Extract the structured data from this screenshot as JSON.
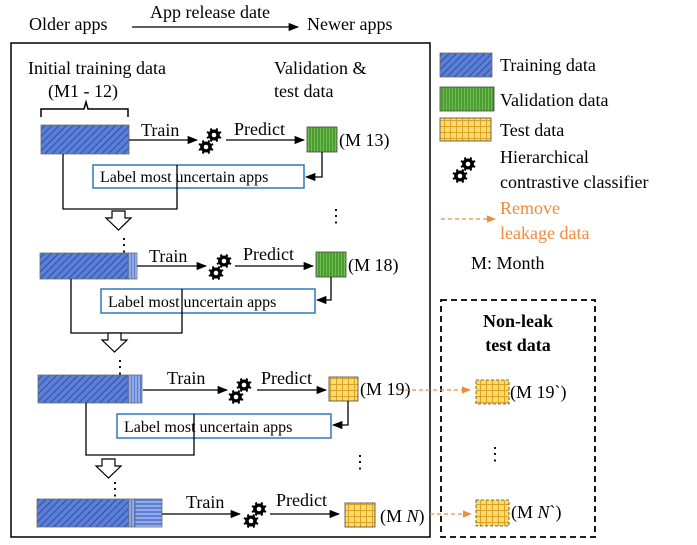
{
  "header": {
    "older": "Older apps",
    "release": "App release date",
    "newer": "Newer apps"
  },
  "main": {
    "initial_line1": "Initial training data",
    "initial_line2": "(M1 - 12)",
    "validation_line1": "Validation &",
    "validation_line2": "test data",
    "rows": [
      {
        "train": "Train",
        "predict": "Predict",
        "month": "(M 13)",
        "label": "Label most uncertain apps"
      },
      {
        "train": "Train",
        "predict": "Predict",
        "month": "(M 18)",
        "label": "Label most uncertain apps"
      },
      {
        "train": "Train",
        "predict": "Predict",
        "month": "(M 19)",
        "label": "Label most uncertain apps"
      },
      {
        "train": "Train",
        "predict": "Predict",
        "month_prefix": "(M ",
        "month_var": "N",
        "month_suffix": ")"
      }
    ],
    "ellipsis": "⋮"
  },
  "legend": {
    "training": "Training data",
    "validation": "Validation data",
    "test": "Test data",
    "classifier_line1": "Hierarchical",
    "classifier_line2": "contrastive classifier",
    "remove_line1": "Remove",
    "remove_line2": "leakage data",
    "month": "M: Month"
  },
  "nonleak": {
    "title_line1": "Non-leak",
    "title_line2": "test data",
    "m19": "(M 19`)",
    "mn_prefix": "(M ",
    "mn_var": "N",
    "mn_suffix": "`)"
  },
  "colors": {
    "training_blue": "#5b7fd6",
    "validation_green": "#6dbf4b",
    "test_yellow": "#f7dc6f",
    "label_box_border": "#2e78c0",
    "remove_orange": "#f08a3c"
  }
}
